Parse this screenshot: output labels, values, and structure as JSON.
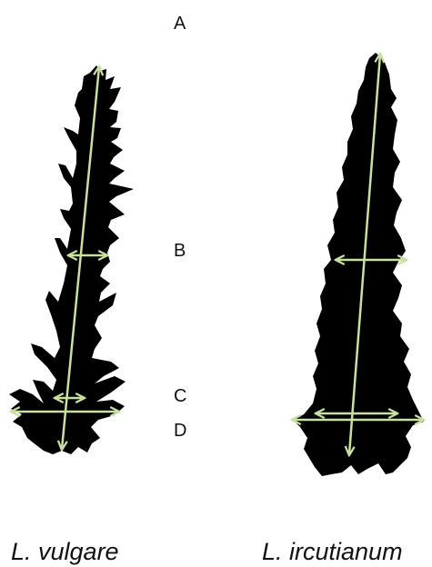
{
  "markers": {
    "a": "A",
    "b": "B",
    "c": "C",
    "d": "D"
  },
  "species": {
    "left": "L. vulgare",
    "right": "L. ircutianum"
  },
  "colors": {
    "silhouette": "#000000",
    "measure_line": "#c9e0a3",
    "background": "#ffffff"
  }
}
